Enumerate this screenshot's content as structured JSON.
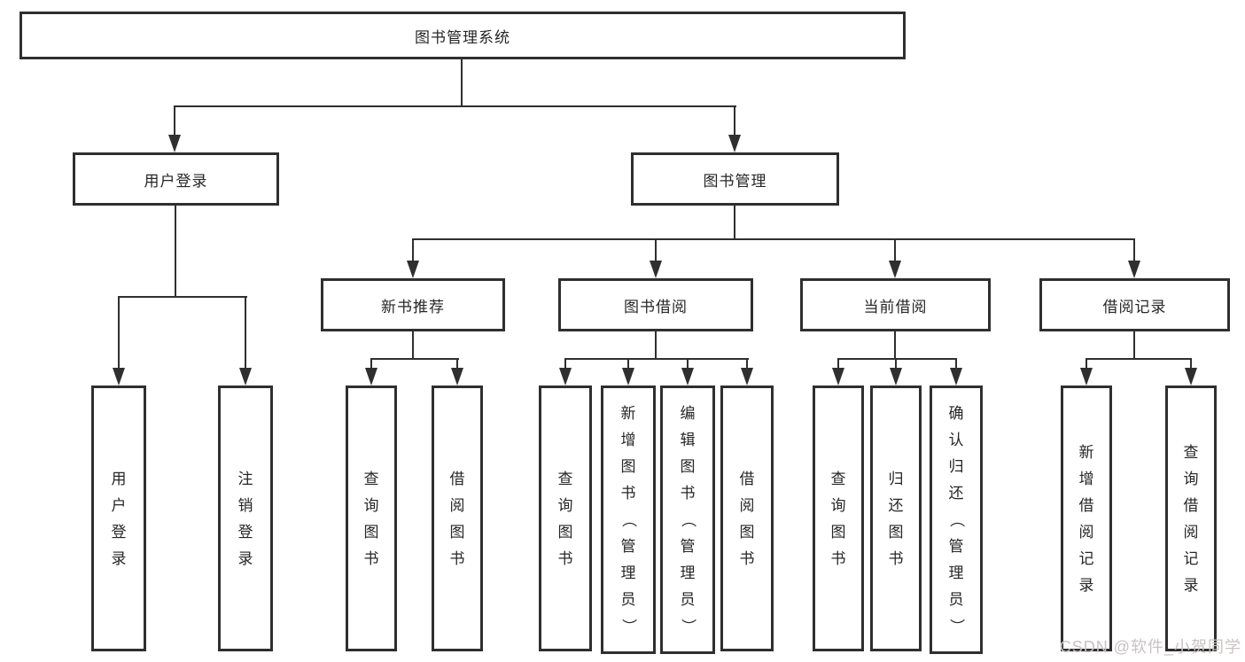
{
  "title": "图书管理系统",
  "level2": {
    "user_login": "用户登录",
    "book_mgmt": "图书管理"
  },
  "level3": {
    "new_books": "新书推荐",
    "borrowing": "图书借阅",
    "current": "当前借阅",
    "records": "借阅记录"
  },
  "leaves": {
    "login": [
      "用户登录",
      "注销登录"
    ],
    "new_books": [
      "查询图书",
      "借阅图书"
    ],
    "borrowing": [
      "查询图书",
      "新增图书（管理员）",
      "编辑图书（管理员）",
      "借阅图书"
    ],
    "current": [
      "查询图书",
      "归还图书",
      "确认归还（管理员）"
    ],
    "records": [
      "新增借阅记录",
      "查询借阅记录"
    ]
  },
  "watermark": "CSDN @软件_小贺同学",
  "colors": {
    "line": "#2f2f2f",
    "text": "#262626",
    "watermark": "#c9c2c2",
    "background": "#ffffff"
  }
}
